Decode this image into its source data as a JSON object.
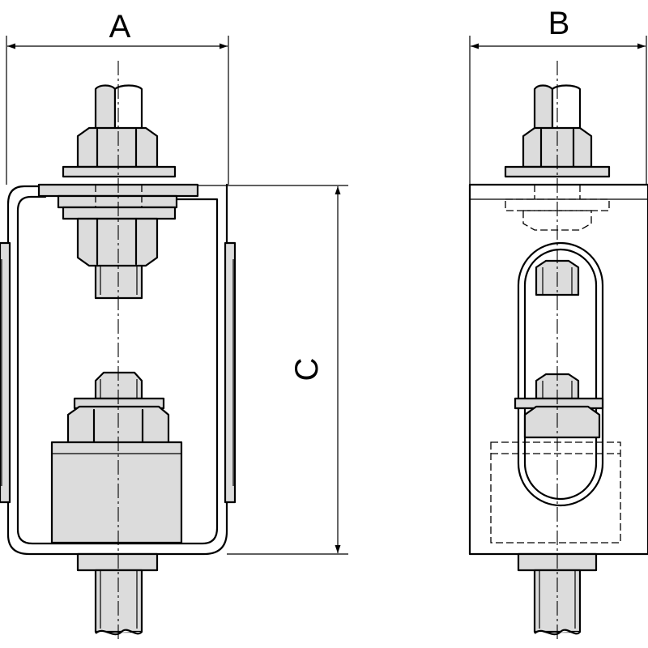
{
  "dimensions": {
    "width_label": "A",
    "depth_label": "B",
    "height_label": "C"
  },
  "colors": {
    "line": "#000000",
    "part_fill": "#dcdcdc",
    "background": "#ffffff"
  }
}
